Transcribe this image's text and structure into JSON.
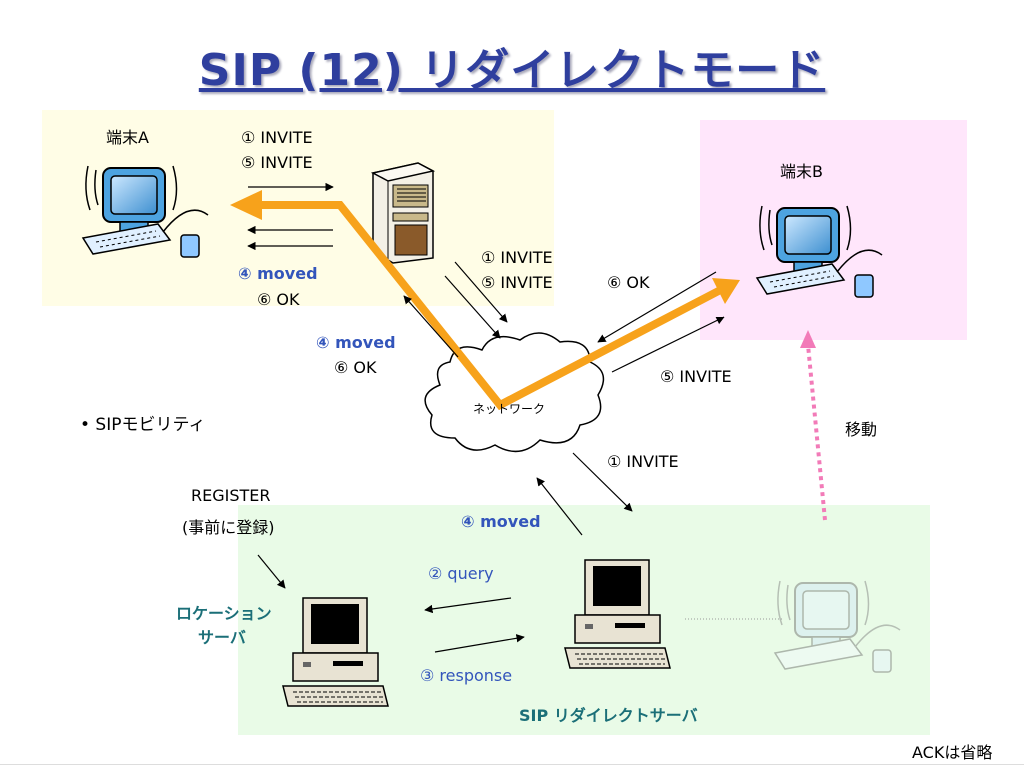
{
  "title": "SIP (12) リダイレクトモード",
  "terminal_a": {
    "label": "端末A"
  },
  "terminal_b": {
    "label": "端末B"
  },
  "server_labels": {
    "invite1": "① INVITE",
    "invite5": "⑤ INVITE"
  },
  "box_a": {
    "moved": "④ moved",
    "ok": "⑥ OK"
  },
  "mid_left": {
    "moved": "④ moved",
    "ok": "⑥ OK"
  },
  "mid_center": {
    "invite1": "① INVITE",
    "invite5": "⑤ INVITE"
  },
  "right": {
    "ok": "⑥ OK",
    "invite5": "⑤ INVITE",
    "move": "移動"
  },
  "network": {
    "label": "ネットワーク"
  },
  "bullet": "• SIPモビリティ",
  "lower": {
    "invite1": "① INVITE",
    "moved": "④ moved"
  },
  "register": {
    "line1": "REGISTER",
    "line2": "(事前に登録)"
  },
  "location_server": {
    "line1": "ロケーション",
    "line2": "サーバ"
  },
  "query": "② query",
  "response": "③ response",
  "redirect_server": "SIP リダイレクトサーバ",
  "footnote": "ACKは省略",
  "colors": {
    "title": "#2f3f9e",
    "orange_path": "#f7a21b",
    "moved_text": "#3355bb",
    "server_text": "#1b6f78",
    "move_arrow": "#f27bb8"
  },
  "icons": [
    "computer-monitor-icon",
    "server-tower-icon",
    "network-cloud-icon",
    "desktop-pc-icon"
  ]
}
